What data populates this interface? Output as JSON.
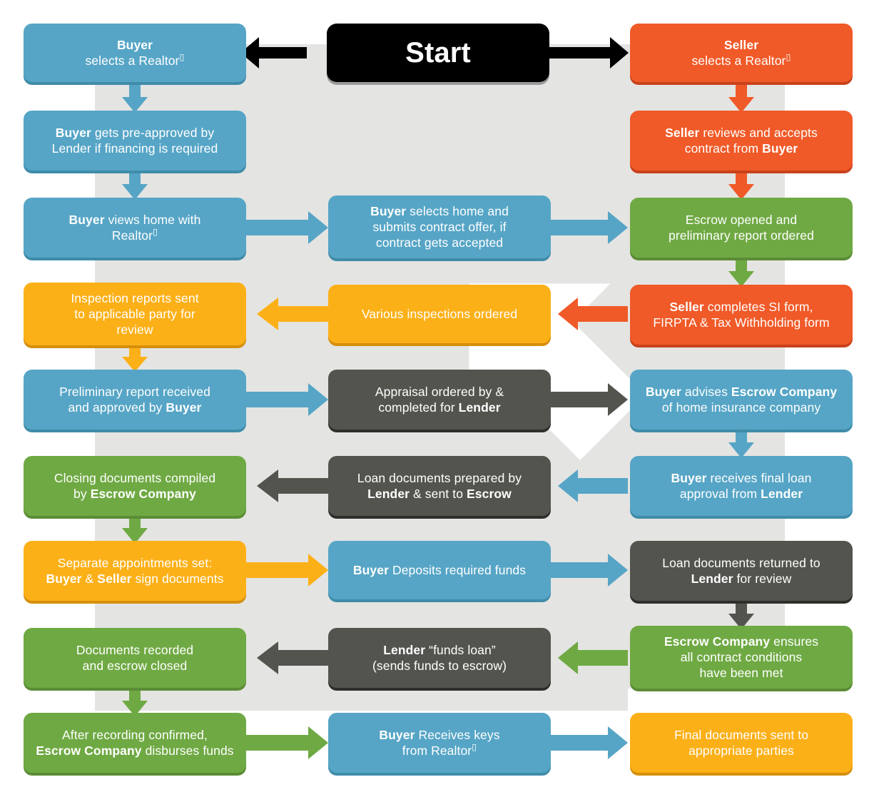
{
  "title": "Real Estate Transaction Flowchart",
  "palette": {
    "blue": "#56a5c6",
    "blue_shadow": "#3f8ca9",
    "orange": "#f05a28",
    "orange_shadow": "#c8421b",
    "green": "#6fa943",
    "green_shadow": "#5b8c36",
    "amber": "#fcb018",
    "amber_shadow": "#d58f0c",
    "dark": "#54544f",
    "dark_shadow": "#2e2e2b",
    "black": "#000000",
    "background_band": "#e4e4e2",
    "page_background": "#ffffff"
  },
  "start": {
    "label": "Start"
  },
  "nodes": [
    {
      "id": "buyer-selects-realtor",
      "color": "blue",
      "text": "<b>Buyer</b><br>selects a Realtor<span class=\"tm\">&#9647;</span>"
    },
    {
      "id": "seller-selects-realtor",
      "color": "orange",
      "text": "<b>Seller</b><br>selects a Realtor<span class=\"tm\">&#9647;</span>"
    },
    {
      "id": "buyer-pre-approved",
      "color": "blue",
      "text": "<b>Buyer</b> gets pre-approved by<br>Lender if financing is required"
    },
    {
      "id": "seller-reviews-contract",
      "color": "orange",
      "text": "<b>Seller</b> reviews and accepts<br>contract from <b>Buyer</b>"
    },
    {
      "id": "buyer-views-home",
      "color": "blue",
      "text": "<b>Buyer</b> views home with<br>Realtor<span class=\"tm\">&#9647;</span>"
    },
    {
      "id": "buyer-selects-home",
      "color": "blue",
      "text": "<b>Buyer</b> selects home and<br>submits contract offer, if<br>contract gets accepted"
    },
    {
      "id": "escrow-opened",
      "color": "green",
      "text": "Escrow opened and<br>preliminary report ordered"
    },
    {
      "id": "inspection-reports-sent",
      "color": "amber",
      "text": "Inspection reports sent<br>to applicable party for<br>review"
    },
    {
      "id": "various-inspections",
      "color": "amber",
      "text": "Various inspections ordered"
    },
    {
      "id": "seller-completes-si-form",
      "color": "orange",
      "text": "<b>Seller</b> completes SI form,<br>FIRPTA &amp; Tax Withholding form"
    },
    {
      "id": "prelim-report-approved",
      "color": "blue",
      "text": "Preliminary report received<br>and approved by <b>Buyer</b>"
    },
    {
      "id": "appraisal-ordered",
      "color": "dark",
      "text": "Appraisal ordered by &amp;<br>completed for <b>Lender</b>"
    },
    {
      "id": "buyer-advises-escrow",
      "color": "blue",
      "text": "<b>Buyer</b> advises <b>Escrow Company</b><br>of home insurance company"
    },
    {
      "id": "closing-docs-compiled",
      "color": "green",
      "text": "Closing documents compiled<br>by <b>Escrow Company</b>"
    },
    {
      "id": "loan-docs-prepared",
      "color": "dark",
      "text": "Loan documents prepared by<br><b>Lender</b> &amp; sent to <b>Escrow</b>"
    },
    {
      "id": "buyer-final-loan-approval",
      "color": "blue",
      "text": "<b>Buyer</b> receives final loan<br>approval from <b>Lender</b>"
    },
    {
      "id": "separate-appointments",
      "color": "amber",
      "text": "Separate appointments set:<br><b>Buyer</b> &amp; <b>Seller</b> sign documents"
    },
    {
      "id": "buyer-deposits-funds",
      "color": "blue",
      "text": "<b>Buyer</b> Deposits required funds"
    },
    {
      "id": "loan-docs-returned",
      "color": "dark",
      "text": "Loan documents returned to<br><b>Lender</b> for review"
    },
    {
      "id": "documents-recorded",
      "color": "green",
      "text": "Documents recorded<br>and escrow closed"
    },
    {
      "id": "lender-funds-loan",
      "color": "dark",
      "text": "<b>Lender</b> &#8220;funds loan&#8221;<br>(sends funds to escrow)"
    },
    {
      "id": "escrow-ensures-conditions",
      "color": "green",
      "text": "<b>Escrow Company</b> ensures<br>all contract conditions<br>have been met"
    },
    {
      "id": "escrow-disburses-funds",
      "color": "green",
      "text": "After recording confirmed,<br><b>Escrow Company</b> disburses funds"
    },
    {
      "id": "buyer-receives-keys",
      "color": "blue",
      "text": "<b>Buyer</b> Receives keys<br>from Realtor<span class=\"tm\">&#9647;</span>"
    },
    {
      "id": "final-documents-sent",
      "color": "amber",
      "text": "Final documents sent to<br>appropriate parties"
    }
  ],
  "connectors": [
    {
      "id": "start-to-buyer",
      "from": "start",
      "to": "buyer-selects-realtor",
      "color": "black",
      "direction": "left"
    },
    {
      "id": "start-to-seller",
      "from": "start",
      "to": "seller-selects-realtor",
      "color": "black",
      "direction": "right"
    },
    {
      "id": "c1",
      "from": "buyer-selects-realtor",
      "to": "buyer-pre-approved",
      "color": "blue",
      "direction": "down"
    },
    {
      "id": "c2",
      "from": "buyer-pre-approved",
      "to": "buyer-views-home",
      "color": "blue",
      "direction": "down"
    },
    {
      "id": "c3",
      "from": "buyer-views-home",
      "to": "buyer-selects-home",
      "color": "blue",
      "direction": "right"
    },
    {
      "id": "c4",
      "from": "buyer-selects-home",
      "to": "escrow-opened",
      "color": "blue",
      "direction": "right"
    },
    {
      "id": "c5",
      "from": "seller-selects-realtor",
      "to": "seller-reviews-contract",
      "color": "orange",
      "direction": "down"
    },
    {
      "id": "c6",
      "from": "seller-reviews-contract",
      "to": "escrow-opened",
      "color": "orange",
      "direction": "down"
    },
    {
      "id": "c7",
      "from": "escrow-opened",
      "to": "seller-completes-si-form",
      "color": "green",
      "direction": "down"
    },
    {
      "id": "c8",
      "from": "seller-completes-si-form",
      "to": "various-inspections",
      "color": "orange",
      "direction": "left"
    },
    {
      "id": "c9",
      "from": "various-inspections",
      "to": "inspection-reports-sent",
      "color": "amber",
      "direction": "left"
    },
    {
      "id": "c10",
      "from": "inspection-reports-sent",
      "to": "prelim-report-approved",
      "color": "amber",
      "direction": "down"
    },
    {
      "id": "c11",
      "from": "prelim-report-approved",
      "to": "appraisal-ordered",
      "color": "blue",
      "direction": "right"
    },
    {
      "id": "c12",
      "from": "appraisal-ordered",
      "to": "buyer-advises-escrow",
      "color": "dark",
      "direction": "right"
    },
    {
      "id": "c13",
      "from": "buyer-advises-escrow",
      "to": "buyer-final-loan-approval",
      "color": "blue",
      "direction": "down"
    },
    {
      "id": "c14",
      "from": "buyer-final-loan-approval",
      "to": "loan-docs-prepared",
      "color": "blue",
      "direction": "left"
    },
    {
      "id": "c15",
      "from": "loan-docs-prepared",
      "to": "closing-docs-compiled",
      "color": "dark",
      "direction": "left"
    },
    {
      "id": "c16",
      "from": "closing-docs-compiled",
      "to": "separate-appointments",
      "color": "green",
      "direction": "down"
    },
    {
      "id": "c17",
      "from": "separate-appointments",
      "to": "buyer-deposits-funds",
      "color": "amber",
      "direction": "right"
    },
    {
      "id": "c18",
      "from": "buyer-deposits-funds",
      "to": "loan-docs-returned",
      "color": "blue",
      "direction": "right"
    },
    {
      "id": "c19",
      "from": "loan-docs-returned",
      "to": "escrow-ensures-conditions",
      "color": "dark",
      "direction": "down"
    },
    {
      "id": "c20",
      "from": "escrow-ensures-conditions",
      "to": "lender-funds-loan",
      "color": "green",
      "direction": "left"
    },
    {
      "id": "c21",
      "from": "lender-funds-loan",
      "to": "documents-recorded",
      "color": "dark",
      "direction": "left"
    },
    {
      "id": "c22",
      "from": "documents-recorded",
      "to": "escrow-disburses-funds",
      "color": "green",
      "direction": "down"
    },
    {
      "id": "c23",
      "from": "escrow-disburses-funds",
      "to": "buyer-receives-keys",
      "color": "green",
      "direction": "right"
    },
    {
      "id": "c24",
      "from": "buyer-receives-keys",
      "to": "final-documents-sent",
      "color": "blue",
      "direction": "right"
    }
  ]
}
